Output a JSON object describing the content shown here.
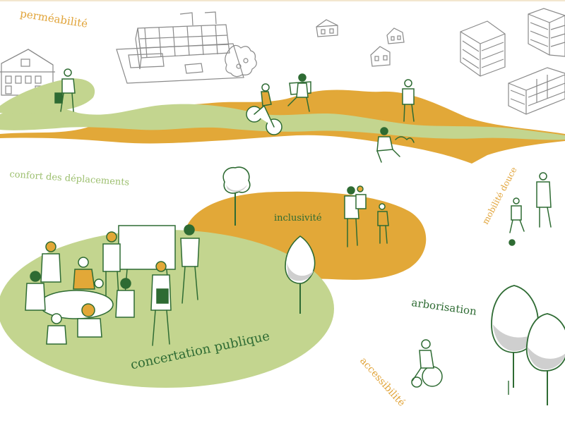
{
  "labels": {
    "permeabilite": "perméabilité",
    "confort": "confort des déplacements",
    "inclusivite": "inclusivité",
    "mobilite": "mobilité douce",
    "arborisation": "arborisation",
    "concertation": "concertation publique",
    "accessibilite": "accessibilité"
  },
  "colors": {
    "green_light": "#c3d58f",
    "ochre": "#e2a838",
    "dark_green": "#2e6b33",
    "orange_text": "#e1a43a",
    "building_grey": "#8a8a8a"
  }
}
